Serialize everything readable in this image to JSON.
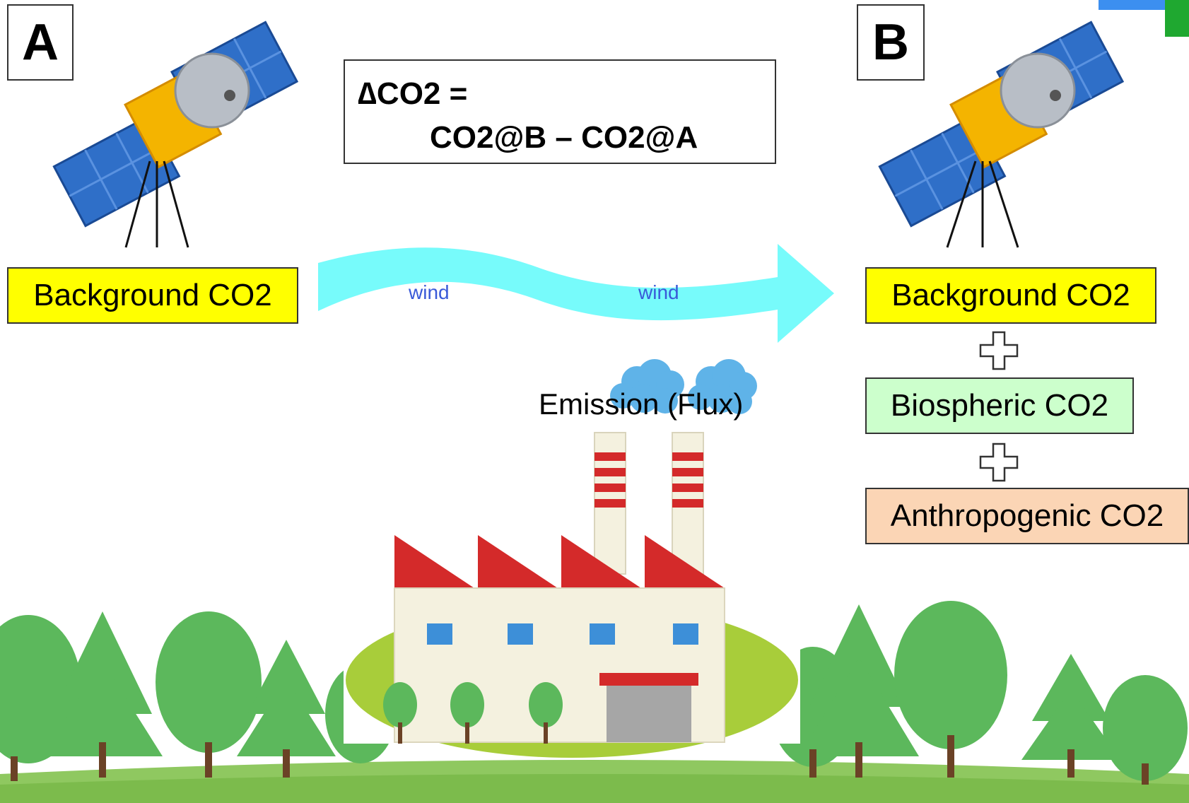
{
  "panel_a": {
    "letter": "A",
    "label": "Background CO2"
  },
  "panel_b": {
    "letter": "B",
    "labels": [
      "Background CO2",
      "Biospheric CO2",
      "Anthropogenic CO2"
    ]
  },
  "formula": {
    "line1": "∆CO2 =",
    "line2": "CO2@B – CO2@A"
  },
  "wind": {
    "label_1": "wind",
    "label_2": "wind"
  },
  "emission_label": "Emission (Flux)",
  "colors": {
    "background_box": "#ffff00",
    "biospheric_box": "#ccffcc",
    "anthropogenic_box": "#fbd5b5",
    "wind_arrow": "#77fbfb",
    "tree_green": "#5cb85c",
    "ground_green": "#8fc860"
  }
}
